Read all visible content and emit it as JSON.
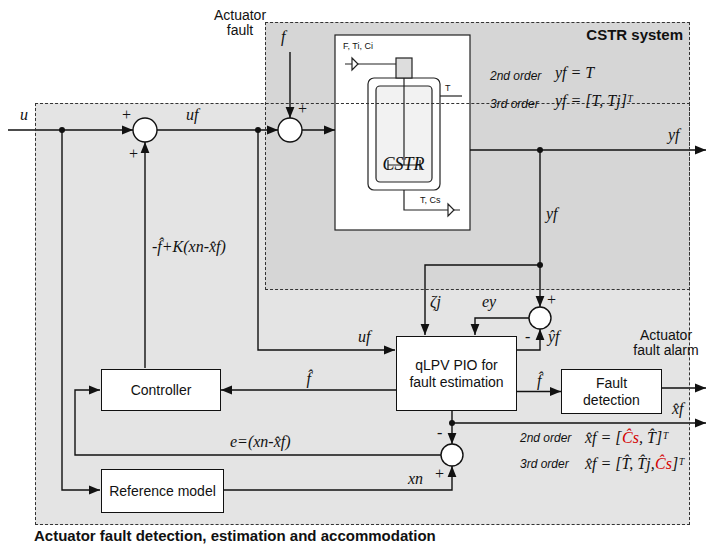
{
  "diagram": {
    "nodes": [
      {
        "text": [
          "Actuator fault detection, estimation and accommodation"
        ]
      },
      {
        "text": [
          "CSTR system"
        ]
      },
      {
        "text": [
          "CSTR"
        ],
        "in": 1
      },
      {
        "text": [
          "qLPV PIO for fault estimation"
        ],
        "in": 0
      },
      {
        "text": [
          "Controller"
        ],
        "in": 0
      },
      {
        "text": [
          "Fault detection"
        ],
        "in": 0
      },
      {
        "text": [
          "Reference model"
        ],
        "in": 0
      }
    ],
    "edges": [
      {
        "from": 3,
        "to": 5,
        "arrow": "to",
        "label": "f̂"
      },
      {
        "from": 3,
        "to": 4,
        "arrow": "to",
        "label": "f̂"
      }
    ],
    "labels": [
      "Actuator fault",
      "f",
      "u",
      "+",
      "+",
      "uf",
      "+",
      "2nd order",
      "yf = T",
      "3rd order",
      "yf = [T, Tj]ᵀ",
      "yf",
      "F, Ti, Ci",
      "T",
      "T, Cs",
      "uf",
      "ζj",
      "yf",
      "ey",
      "+",
      "-",
      "ŷf",
      "-f̂+K(xn-x̂f)",
      "Actuator fault alarm",
      "x̂f",
      "2nd order",
      "x̂f = [",
      "Ĉs",
      ", T̂]ᵀ",
      "3rd order",
      "x̂f = [T̂, T̂j, ",
      "Ĉs",
      "]ᵀ",
      "e=(xn-x̂f)",
      "-",
      "+",
      "xn"
    ]
  }
}
